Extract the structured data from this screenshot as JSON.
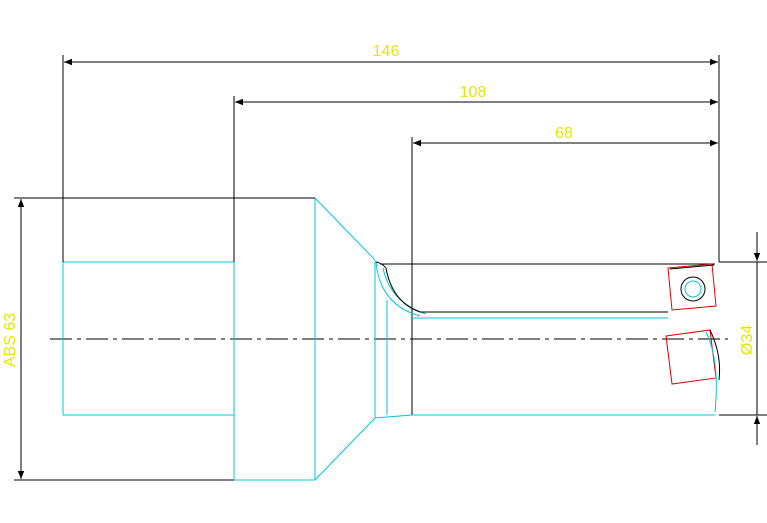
{
  "drawing": {
    "dimensions": {
      "overall_length": "146",
      "mid_length": "108",
      "short_length": "68",
      "body_diameter": "ABS  63",
      "bore_diameter": "Ø34"
    },
    "colors": {
      "outline": "#000000",
      "body": "#00c8d8",
      "dimension_text": "#e6e600",
      "insert": "#e00000",
      "centerline": "#000000"
    }
  }
}
